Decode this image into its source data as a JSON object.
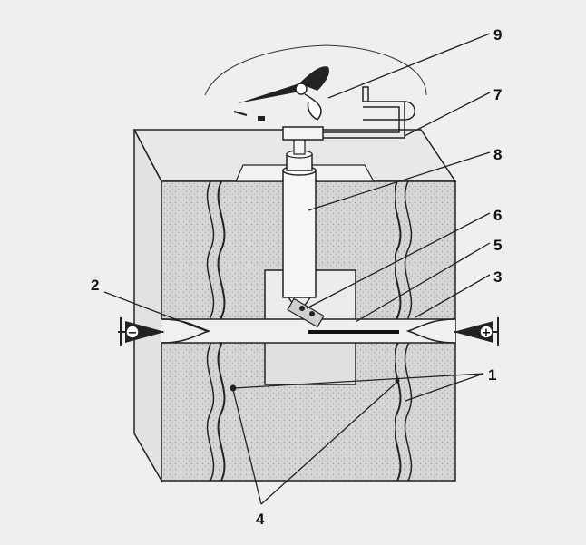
{
  "diagram": {
    "callouts": [
      {
        "id": "1",
        "text": "1"
      },
      {
        "id": "2",
        "text": "2"
      },
      {
        "id": "3",
        "text": "3"
      },
      {
        "id": "4",
        "text": "4"
      },
      {
        "id": "5",
        "text": "5"
      },
      {
        "id": "6",
        "text": "6"
      },
      {
        "id": "7",
        "text": "7"
      },
      {
        "id": "8",
        "text": "8"
      },
      {
        "id": "9",
        "text": "9"
      }
    ],
    "polarity": {
      "negative": "−",
      "positive": "+"
    },
    "colors": {
      "background": "#efefef",
      "block": "#dadada",
      "block_dark": "#bdbdbd",
      "liquid": "#e6e6e6",
      "line": "#222222"
    }
  }
}
